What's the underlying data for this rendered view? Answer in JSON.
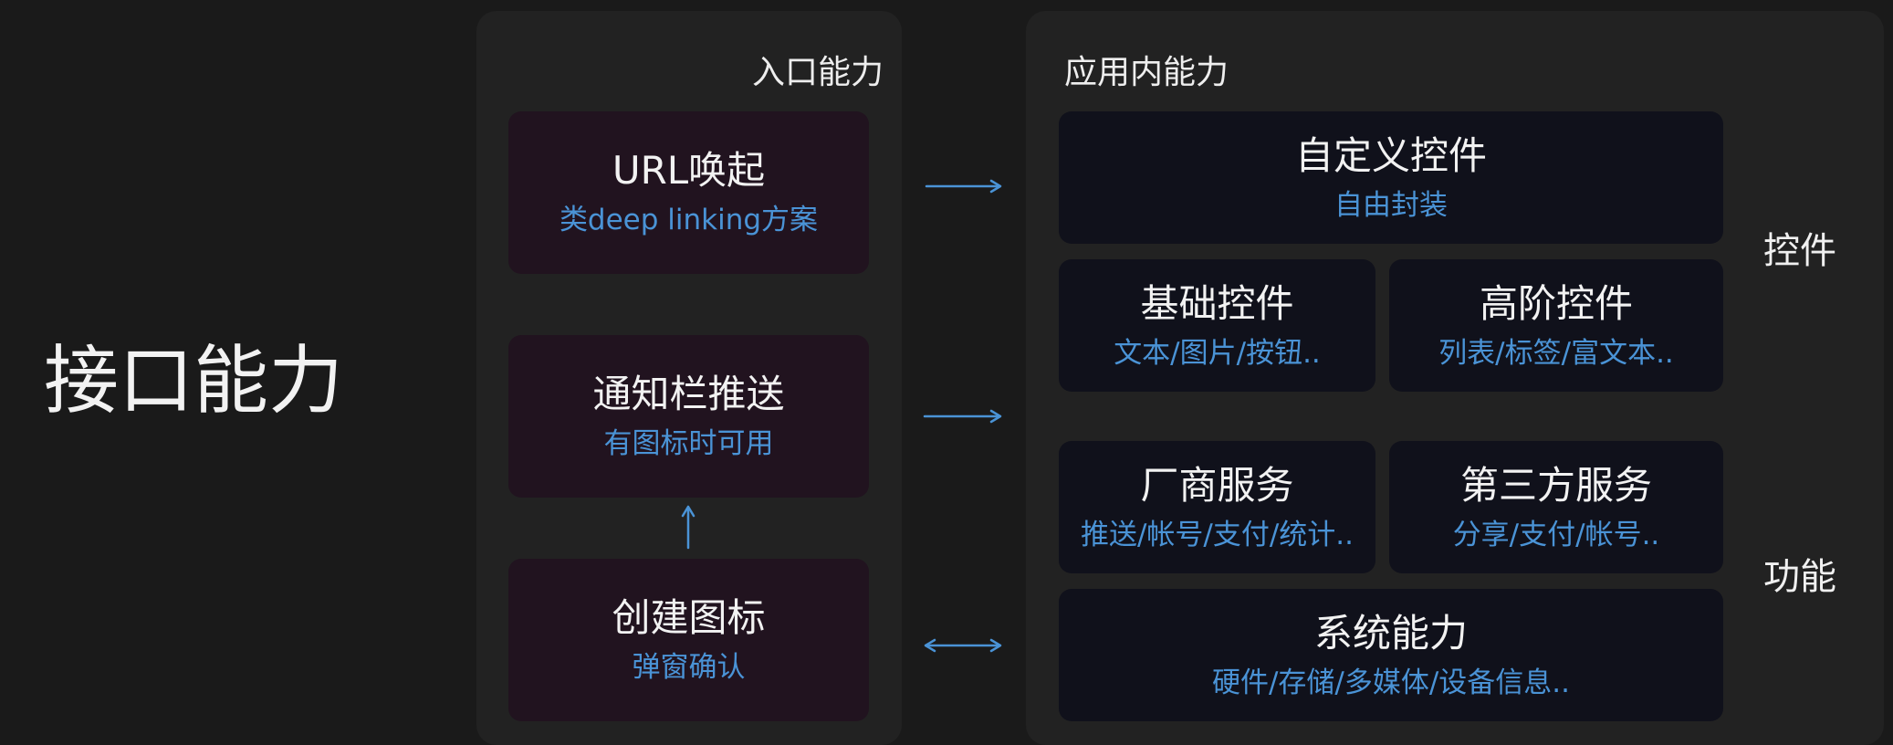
{
  "title": "接口能力",
  "entry_panel": {
    "title": "入口能力",
    "cards": [
      {
        "title": "URL唤起",
        "subtitle": "类deep linking方案"
      },
      {
        "title": "通知栏推送",
        "subtitle": "有图标时可用"
      },
      {
        "title": "创建图标",
        "subtitle": "弹窗确认"
      }
    ]
  },
  "inapp_panel": {
    "title": "应用内能力",
    "custom_control": {
      "title": "自定义控件",
      "subtitle": "自由封装"
    },
    "basic_control": {
      "title": "基础控件",
      "subtitle": "文本/图片/按钮.."
    },
    "advanced_control": {
      "title": "高阶控件",
      "subtitle": "列表/标签/富文本.."
    },
    "vendor_service": {
      "title": "厂商服务",
      "subtitle": "推送/帐号/支付/统计.."
    },
    "third_party_service": {
      "title": "第三方服务",
      "subtitle": "分享/支付/帐号.."
    },
    "system_capability": {
      "title": "系统能力",
      "subtitle": "硬件/存储/多媒体/设备信息.."
    }
  },
  "side_labels": {
    "controls": "控件",
    "functions": "功能"
  },
  "colors": {
    "background": "#1a1a1a",
    "panel": "#222222",
    "entry_card": "#21131f",
    "inapp_card": "#10111b",
    "accent": "#4a93d6"
  }
}
